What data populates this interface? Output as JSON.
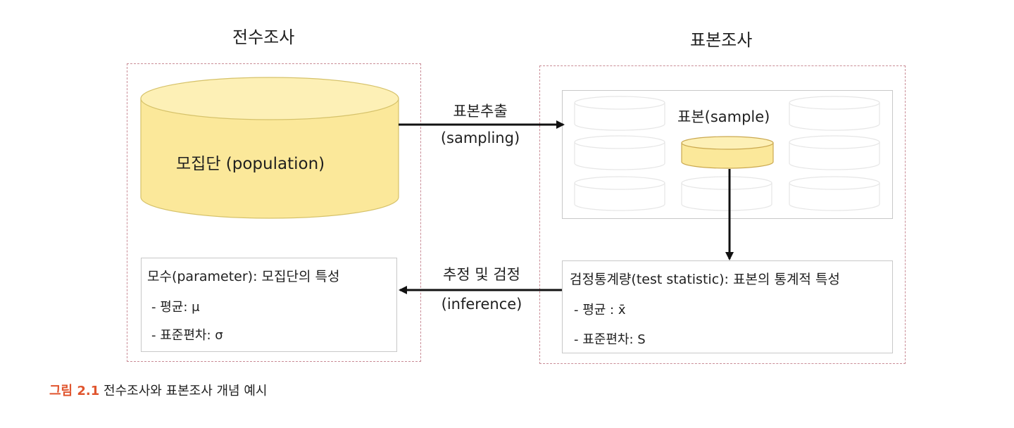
{
  "census": {
    "title": "전수조사",
    "population_label": "모집단 (population)",
    "parameter_box": {
      "title": "모수(parameter): 모집단의 특성",
      "items": [
        "- 평균: μ",
        "- 표준편차: σ"
      ]
    }
  },
  "sample_survey": {
    "title": "표본조사",
    "sample_label": "표본(sample)",
    "statistic_box": {
      "title": "검정통계량(test statistic): 표본의 통계적 특성",
      "items": [
        "- 평균 : x̄",
        "- 표준편차: S"
      ]
    }
  },
  "arrows": {
    "sampling": {
      "label_ko": "표본추출",
      "label_en": "(sampling)"
    },
    "inference": {
      "label_ko": "추정 및 검정",
      "label_en": "(inference)"
    }
  },
  "caption": {
    "prefix": "그림 2.1",
    "text": "전수조사와 표본조사 개념 예시"
  },
  "colors": {
    "cylinder_fill": "#fbe89a",
    "cylinder_top": "#fdf0b6",
    "dashed_border": "#c98c96",
    "caption_accent": "#e0552e"
  }
}
